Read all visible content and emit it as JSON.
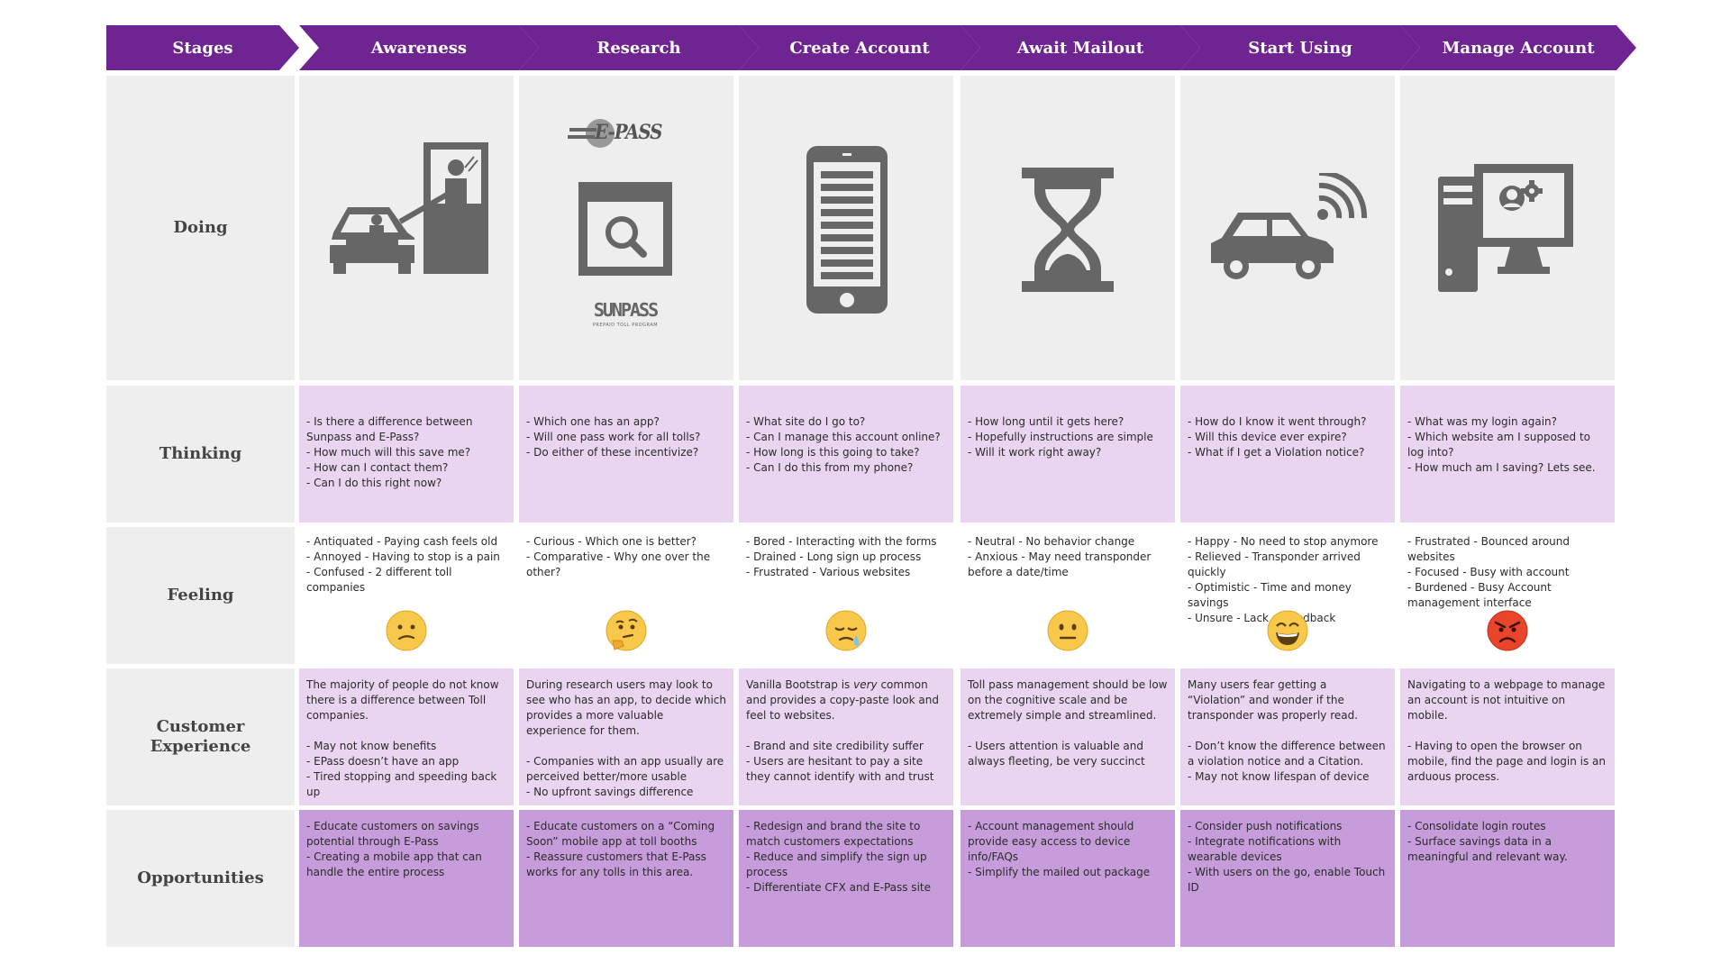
{
  "header": {
    "stages_label": "Stages",
    "stages": [
      "Awareness",
      "Research",
      "Create Account",
      "Await Mailout",
      "Start Using",
      "Manage Account"
    ]
  },
  "rows": {
    "doing": "Doing",
    "thinking": "Thinking",
    "feeling": "Feeling",
    "cx_line1": "Customer",
    "cx_line2": "Experience",
    "opportunities": "Opportunities"
  },
  "doing": {
    "epass_logo": "E-PASS",
    "sunpass_logo": "SUNPASS",
    "sunpass_sub": "PREPAID TOLL PROGRAM",
    "icons": [
      "car-tollbooth-icon",
      "magnifier-window-icon",
      "smartphone-icon",
      "hourglass-icon",
      "connected-car-icon",
      "computer-settings-icon"
    ]
  },
  "thinking": [
    "- Is there a difference between Sunpass and E-Pass?\n- How much will this save me?\n- How can I contact them?\n- Can I do this right now?",
    "- Which one has an app?\n- Will one pass work for all tolls?\n- Do either of these incentivize?",
    "- What site do I go to?\n- Can I manage this account online?\n- How long is this going to take?\n- Can I do this from my phone?",
    "- How long until it gets here?\n- Hopefully instructions are simple\n- Will it work right away?",
    "- How do I know it went through?\n- Will this device ever expire?\n- What if I get a Violation notice?",
    "- What was my login again?\n- Which website am I supposed to log into?\n- How much am I saving? Lets see."
  ],
  "feeling": [
    {
      "text": "- Antiquated - Paying cash feels old\n- Annoyed - Having to stop is a pain\n- Confused - 2 different toll companies",
      "emoji": "confused-face-icon",
      "color": "#f7c84a"
    },
    {
      "text": "- Curious - Which one is better?\n- Comparative - Why one over the other?",
      "emoji": "thinking-face-icon",
      "color": "#f7c84a"
    },
    {
      "text": "- Bored - Interacting with the forms\n- Drained - Long sign up process\n- Frustrated - Various websites",
      "emoji": "sleepy-face-icon",
      "color": "#f7c84a"
    },
    {
      "text": "- Neutral - No behavior change\n- Anxious - May need transponder before a date/time",
      "emoji": "neutral-face-icon",
      "color": "#f7c84a"
    },
    {
      "text": "- Happy - No need to stop anymore\n- Relieved - Transponder arrived quickly\n- Optimistic - Time and money savings\n- Unsure - Lack of feedback",
      "emoji": "grinning-face-icon",
      "color": "#f7c84a"
    },
    {
      "text": "- Frustrated - Bounced around websites\n- Focused - Busy with account\n- Burdened - Busy Account management interface",
      "emoji": "angry-face-icon",
      "color": "#e8452a"
    }
  ],
  "cx": [
    {
      "pre": "The majority of people do not know there is a difference between Toll companies.",
      "em": "",
      "post": "",
      "list": "- May not know benefits\n- EPass doesn’t have an app\n- Tired stopping and speeding back up"
    },
    {
      "pre": "During research users may look to see who has an app, to decide which provides a more valuable experience for them.",
      "em": "",
      "post": "",
      "list": "- Companies with an app usually are perceived better/more usable\n- No upfront savings difference"
    },
    {
      "pre": "Vanilla Bootstrap is ",
      "em": "very",
      "post": " common and provides a copy-paste look and feel to websites.",
      "list": "- Brand and site credibility suffer\n- Users are hesitant to pay a site they cannot identify with and trust"
    },
    {
      "pre": "Toll pass management should be low on the cognitive scale and be extremely simple and streamlined.",
      "em": "",
      "post": "",
      "list": "- Users attention is valuable and always fleeting, be very succinct"
    },
    {
      "pre": "Many users fear getting a “Violation” and wonder if the transponder was properly read.",
      "em": "",
      "post": "",
      "list": "- Don’t know the difference between a violation notice and a Citation.\n- May not know lifespan of device"
    },
    {
      "pre": "Navigating to a webpage to manage an account is not intuitive on mobile.",
      "em": "",
      "post": "",
      "list": "- Having to open the browser on mobile, find the page and login is an arduous process."
    }
  ],
  "opportunities": [
    "- Educate customers on savings potential through E-Pass\n- Creating a mobile app that can handle the entire process",
    "- Educate customers on a “Coming Soon” mobile app at toll booths\n- Reassure customers that E-Pass works for any tolls in this area.",
    "- Redesign and brand the site to match customers expectations\n- Reduce and simplify the sign up process\n- Differentiate CFX and E-Pass site",
    "- Account management should provide easy access to device info/FAQs\n- Simplify the mailed out package",
    "- Consider push notifications\n- Integrate notifications with wearable devices\n- With users on the go, enable Touch ID",
    "- Consolidate login routes\n- Surface savings data in a meaningful and relevant way."
  ],
  "colors": {
    "header_purple": "#6f2591",
    "icon_gray": "#666666",
    "light_gray": "#eeeeef",
    "light_purple": "#ead5f0",
    "mid_purple": "#c79cda"
  }
}
